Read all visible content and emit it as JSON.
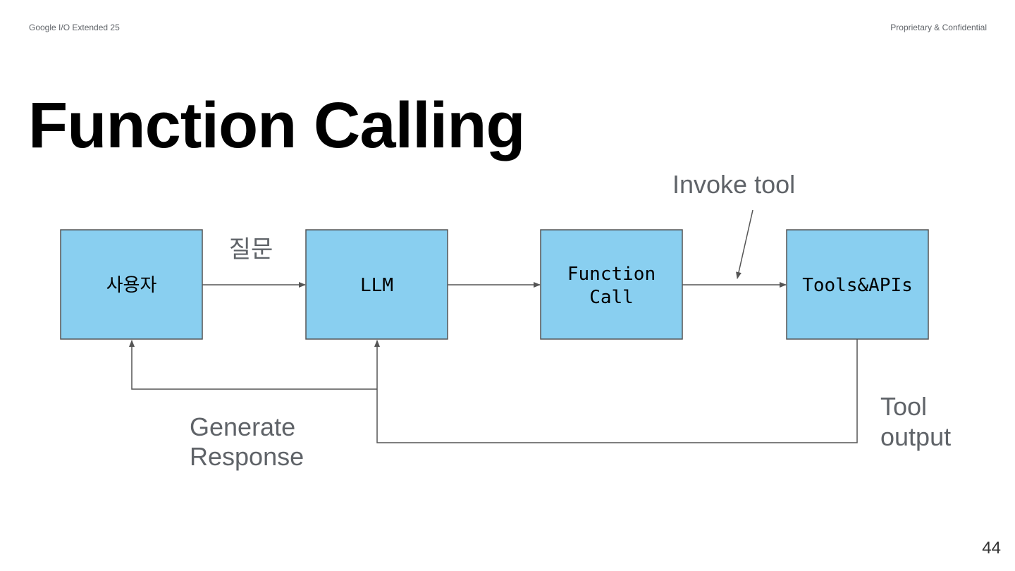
{
  "header": {
    "left": "Google I/O Extended 25",
    "right": "Proprietary & Confidential"
  },
  "slide": {
    "title": "Function Calling",
    "page_number": "44"
  },
  "diagram": {
    "nodes": {
      "user": "사용자",
      "llm": "LLM",
      "function_call_line1": "Function",
      "function_call_line2": "Call",
      "tools": "Tools&APIs"
    },
    "labels": {
      "question": "질문",
      "invoke_tool": "Invoke tool",
      "generate_response_line1": "Generate",
      "generate_response_line2": "Response",
      "tool_output_line1": "Tool",
      "tool_output_line2": "output"
    }
  },
  "colors": {
    "box_fill": "#89cff0",
    "box_stroke": "#555555",
    "label_text": "#5f6368"
  }
}
